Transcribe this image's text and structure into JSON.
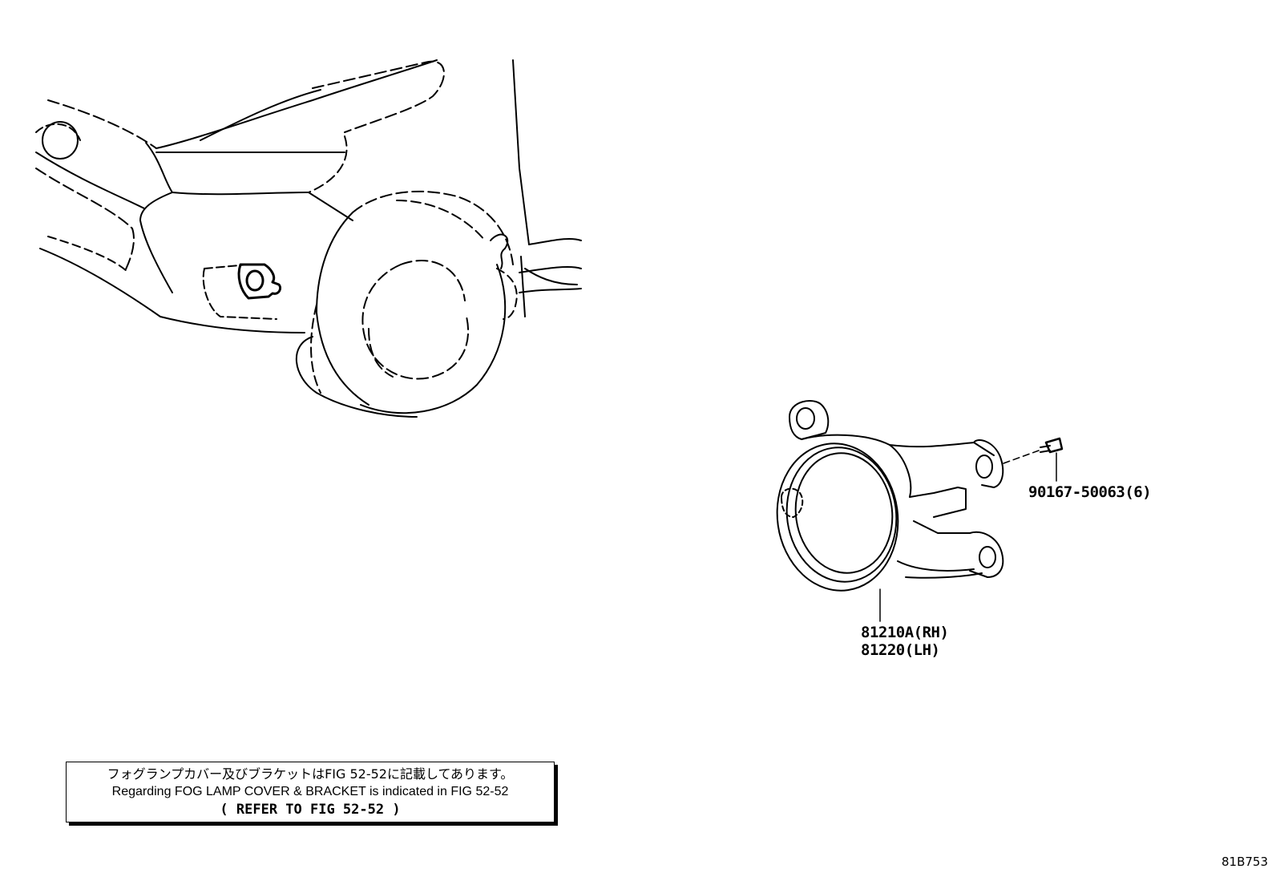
{
  "parts": {
    "bolt": "90167-50063(6)",
    "fog_lamp_rh": "81210A(RH)",
    "fog_lamp_lh": "81220(LH)"
  },
  "note": {
    "japanese": "フォグランプカバー及びブラケットはFIG 52-52に記載してあります。",
    "english": "Regarding FOG LAMP COVER & BRACKET is indicated in FIG 52-52",
    "refer": "(  REFER TO FIG 52-52  )"
  },
  "figure_id": "81B753"
}
